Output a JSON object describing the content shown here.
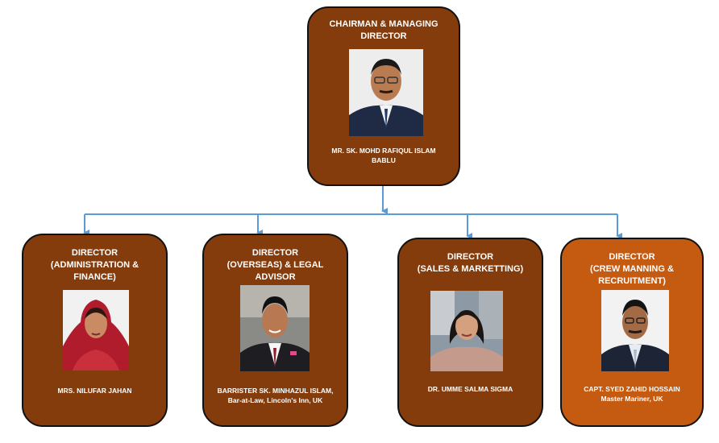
{
  "colors": {
    "box_fill": "#843c0c",
    "box_fill_highlight": "#c55a11",
    "connector": "#5b9bd5",
    "border": "#111111"
  },
  "chairman": {
    "role_line1": "CHAIRMAN & MANAGING",
    "role_line2": "DIRECTOR",
    "name_line1": "MR. SK. MOHD RAFIQUL ISLAM",
    "name_line2": "BABLU"
  },
  "directors": [
    {
      "role_line1": "DIRECTOR",
      "role_line2": "(ADMINISTRATION &",
      "role_line3": "FINANCE)",
      "name_line1": "MRS. NILUFAR JAHAN",
      "name_line2": ""
    },
    {
      "role_line1": "DIRECTOR",
      "role_line2": "(OVERSEAS) & LEGAL",
      "role_line3": "ADVISOR",
      "name_line1": "BARRISTER SK. MINHAZUL ISLAM,",
      "name_line2": "Bar-at-Law, Lincoln's Inn, UK"
    },
    {
      "role_line1": "DIRECTOR",
      "role_line2": "(SALES & MARKETTING)",
      "role_line3": "",
      "name_line1": "DR. UMME SALMA SIGMA",
      "name_line2": ""
    },
    {
      "role_line1": "DIRECTOR",
      "role_line2": "(CREW MANNING &",
      "role_line3": "RECRUITMENT)",
      "name_line1": "CAPT. SYED ZAHID HOSSAIN",
      "name_line2": "Master Mariner, UK"
    }
  ]
}
